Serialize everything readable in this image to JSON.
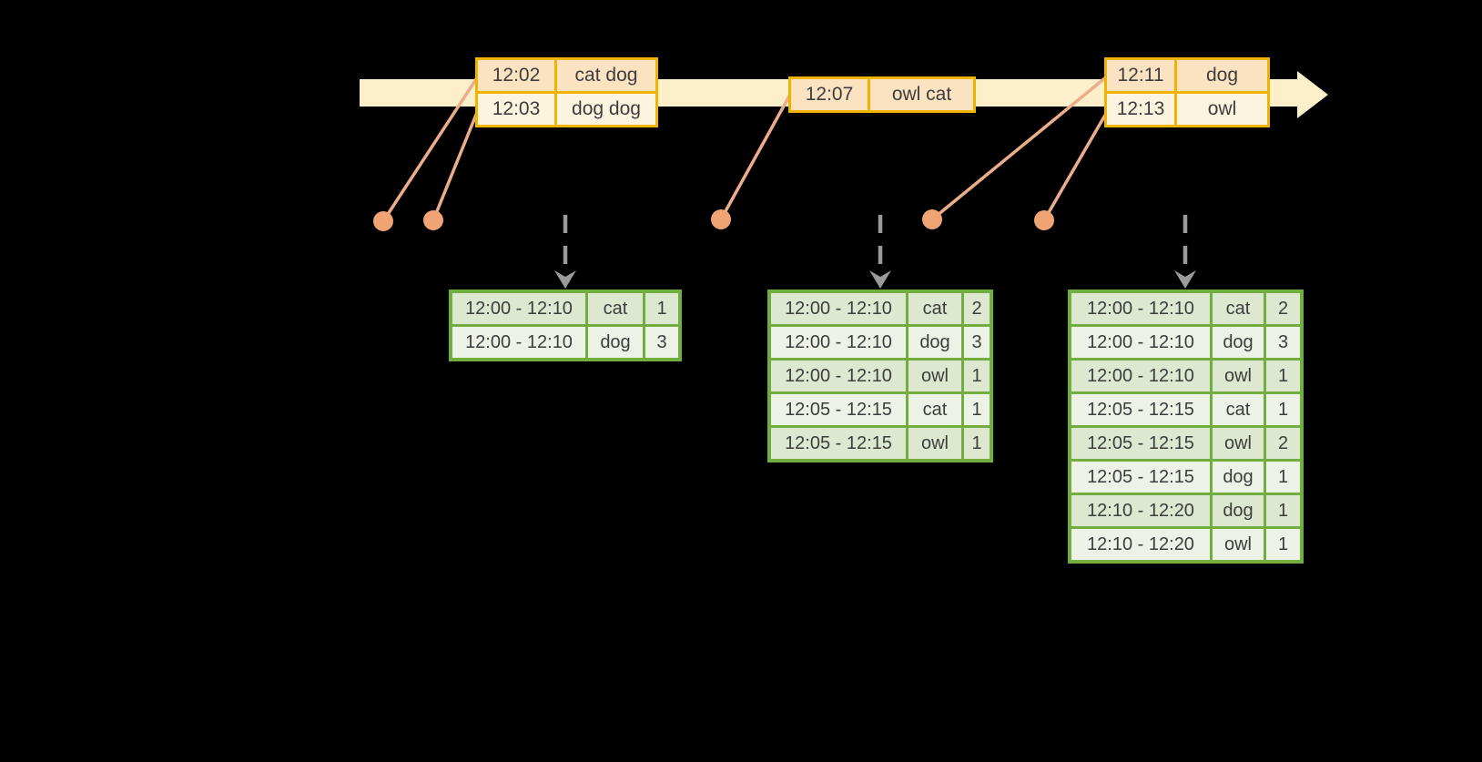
{
  "colors": {
    "background": "#000000",
    "timeline_fill": "#fcefc9",
    "event_table_border": "#f0b400",
    "event_row_dark": "#fbe3c2",
    "event_row_light": "#fdf4e0",
    "result_table_border": "#72ae3f",
    "result_row_dark": "#dce8d0",
    "result_row_light": "#edf2e7",
    "dot_fill": "#f0a373",
    "connector_line": "#ecad8a",
    "trigger_arrow": "#9a9a9a",
    "text": "#3d3d3d"
  },
  "icons": {
    "timeline_head": "arrow-right-icon",
    "trigger": "arrow-down-icon"
  },
  "event_tables": [
    {
      "rows": [
        {
          "time": "12:02",
          "words": "cat dog"
        },
        {
          "time": "12:03",
          "words": "dog dog"
        }
      ]
    },
    {
      "rows": [
        {
          "time": "12:07",
          "words": "owl cat"
        }
      ]
    },
    {
      "rows": [
        {
          "time": "12:11",
          "words": "dog"
        },
        {
          "time": "12:13",
          "words": "owl"
        }
      ]
    }
  ],
  "result_tables": [
    {
      "rows": [
        {
          "window": "12:00 - 12:10",
          "word": "cat",
          "count": "1"
        },
        {
          "window": "12:00 - 12:10",
          "word": "dog",
          "count": "3"
        }
      ]
    },
    {
      "rows": [
        {
          "window": "12:00 - 12:10",
          "word": "cat",
          "count": "2"
        },
        {
          "window": "12:00 - 12:10",
          "word": "dog",
          "count": "3"
        },
        {
          "window": "12:00 - 12:10",
          "word": "owl",
          "count": "1"
        },
        {
          "window": "12:05 - 12:15",
          "word": "cat",
          "count": "1"
        },
        {
          "window": "12:05 - 12:15",
          "word": "owl",
          "count": "1"
        }
      ]
    },
    {
      "rows": [
        {
          "window": "12:00 - 12:10",
          "word": "cat",
          "count": "2"
        },
        {
          "window": "12:00 - 12:10",
          "word": "dog",
          "count": "3"
        },
        {
          "window": "12:00 - 12:10",
          "word": "owl",
          "count": "1"
        },
        {
          "window": "12:05 - 12:15",
          "word": "cat",
          "count": "1"
        },
        {
          "window": "12:05 - 12:15",
          "word": "owl",
          "count": "2"
        },
        {
          "window": "12:05 - 12:15",
          "word": "dog",
          "count": "1"
        },
        {
          "window": "12:10 - 12:20",
          "word": "dog",
          "count": "1"
        },
        {
          "window": "12:10 - 12:20",
          "word": "owl",
          "count": "1"
        }
      ]
    }
  ]
}
